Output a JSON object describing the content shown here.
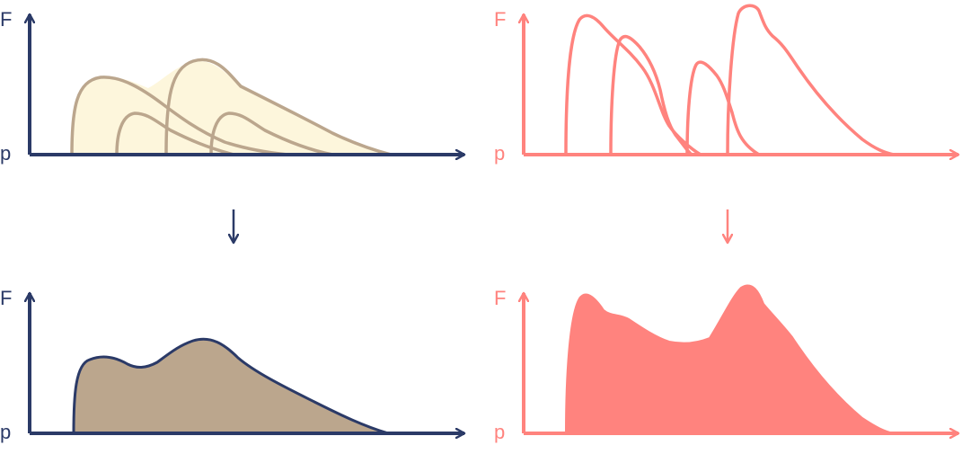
{
  "panels": {
    "top_left": {
      "y_label": "F",
      "x_label": "p"
    },
    "top_right": {
      "y_label": "F",
      "x_label": "p"
    },
    "bottom_left": {
      "y_label": "F",
      "x_label": "p"
    },
    "bottom_right": {
      "y_label": "F",
      "x_label": "p"
    }
  },
  "colors": {
    "navy": "#2b3a67",
    "tan_stroke": "#bba68d",
    "tan_fill_light": "#fdf6dc",
    "tan_fill": "#bba68d",
    "salmon": "#ff837e"
  }
}
